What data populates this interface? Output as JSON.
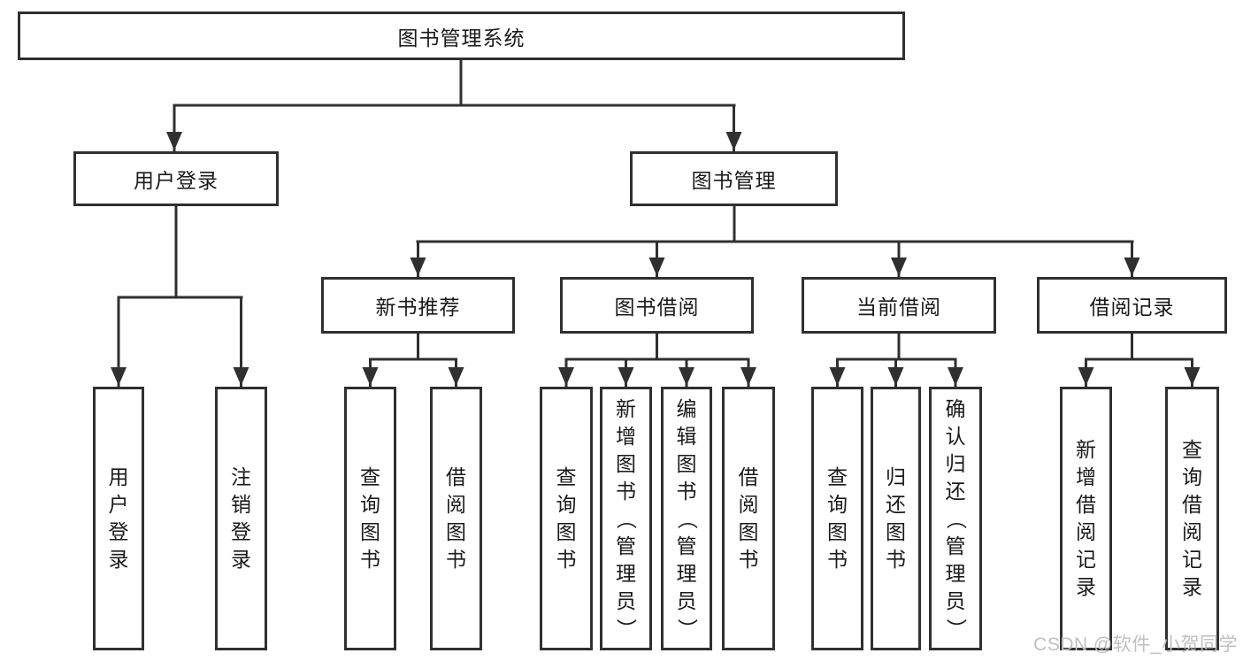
{
  "diagram": {
    "type": "hierarchy-tree",
    "tree": {
      "label": "图书管理系统",
      "children": [
        {
          "label": "用户登录",
          "children": [
            {
              "label": "用户登录"
            },
            {
              "label": "注销登录"
            }
          ]
        },
        {
          "label": "图书管理",
          "children": [
            {
              "label": "新书推荐",
              "children": [
                {
                  "label": "查询图书"
                },
                {
                  "label": "借阅图书"
                }
              ]
            },
            {
              "label": "图书借阅",
              "children": [
                {
                  "label": "查询图书"
                },
                {
                  "label": "新增图书（管理员）"
                },
                {
                  "label": "编辑图书（管理员）"
                },
                {
                  "label": "借阅图书"
                }
              ]
            },
            {
              "label": "当前借阅",
              "children": [
                {
                  "label": "查询图书"
                },
                {
                  "label": "归还图书"
                },
                {
                  "label": "确认归还（管理员）"
                }
              ]
            },
            {
              "label": "借阅记录",
              "children": [
                {
                  "label": "新增借阅记录"
                },
                {
                  "label": "查询借阅记录"
                }
              ]
            }
          ]
        }
      ]
    }
  },
  "watermark": {
    "text": "CSDN @软件_小贺同学"
  },
  "colors": {
    "line": "#303030",
    "text": "#1a1a1a",
    "box-border": "#303030",
    "background": "#ffffff",
    "watermark": "#c0c0c0"
  }
}
